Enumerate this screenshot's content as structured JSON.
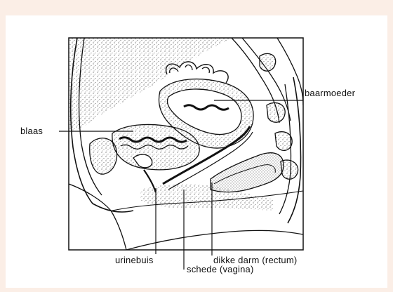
{
  "labels": {
    "uterus": "baarmoeder",
    "bladder": "blaas",
    "urethra": "urinebuis",
    "vagina": "schede (vagina)",
    "rectum": "dikke darm (rectum)"
  },
  "colors": {
    "page_background": "#fbeee6",
    "panel_background": "#ffffff",
    "ink": "#111111",
    "stipple": "#444444"
  }
}
